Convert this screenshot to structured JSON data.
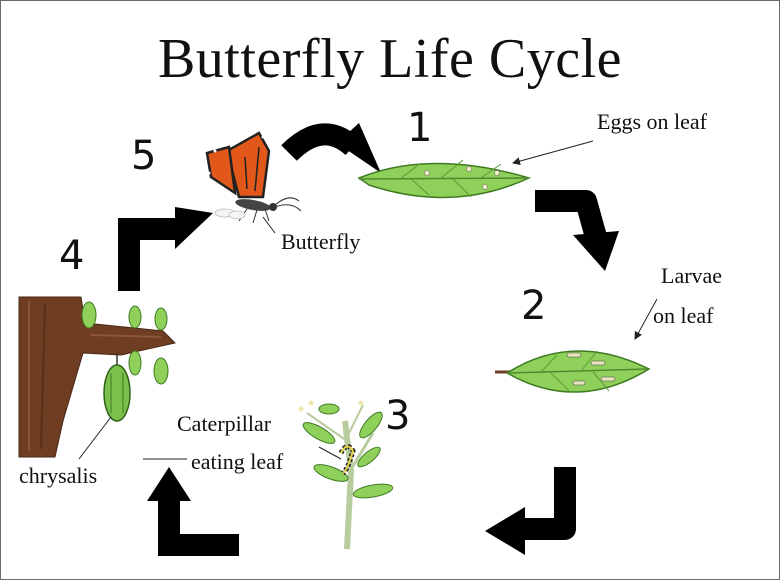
{
  "diagram": {
    "title": "Butterfly Life Cycle",
    "stages": [
      {
        "number": "1",
        "label": "Eggs on leaf"
      },
      {
        "number": "2",
        "label_line1": "Larvae",
        "label_line2": "on leaf"
      },
      {
        "number": "3",
        "label_line1": "Caterpillar",
        "label_line2": "eating leaf"
      },
      {
        "number": "4",
        "label": "chrysalis"
      },
      {
        "number": "5",
        "label": "Butterfly"
      }
    ],
    "colors": {
      "arrow": "#000000",
      "leaf": "#8fd05a",
      "leaf_dark": "#5a9a34",
      "branch": "#6e3d22",
      "butterfly_wing": "#e2581a"
    },
    "icons": [
      "leaf-with-eggs",
      "leaf-with-larvae",
      "plant-with-caterpillar",
      "branch-with-chrysalis",
      "butterfly"
    ]
  }
}
